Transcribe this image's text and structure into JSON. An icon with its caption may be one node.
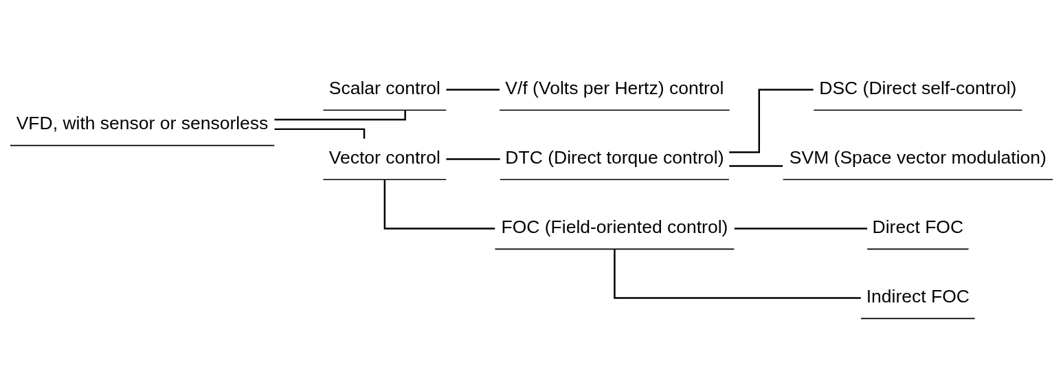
{
  "diagram": {
    "nodes": [
      {
        "text": [
          "VFD, with sensor or sensorless"
        ]
      },
      {
        "text": [
          "Scalar control"
        ]
      },
      {
        "text": [
          "V/f (Volts per Hertz) control"
        ]
      },
      {
        "text": [
          "Vector control"
        ]
      },
      {
        "text": [
          "DTC (Direct torque control)"
        ]
      },
      {
        "text": [
          "DSC (Direct self-control)"
        ]
      },
      {
        "text": [
          "SVM (Space vector modulation)"
        ]
      },
      {
        "text": [
          "FOC (Field-oriented control)"
        ]
      },
      {
        "text": [
          "Direct FOC"
        ]
      },
      {
        "text": [
          "Indirect FOC"
        ]
      }
    ],
    "edges": [
      {
        "from": 0,
        "to": 1,
        "arrow": "none"
      },
      {
        "from": 0,
        "to": 3,
        "arrow": "none"
      },
      {
        "from": 1,
        "to": 2,
        "arrow": "none"
      },
      {
        "from": 3,
        "to": 4,
        "arrow": "none"
      },
      {
        "from": 3,
        "to": 7,
        "arrow": "none"
      },
      {
        "from": 4,
        "to": 5,
        "arrow": "none"
      },
      {
        "from": 4,
        "to": 6,
        "arrow": "none"
      },
      {
        "from": 7,
        "to": 8,
        "arrow": "none"
      },
      {
        "from": 7,
        "to": 9,
        "arrow": "none"
      }
    ]
  }
}
